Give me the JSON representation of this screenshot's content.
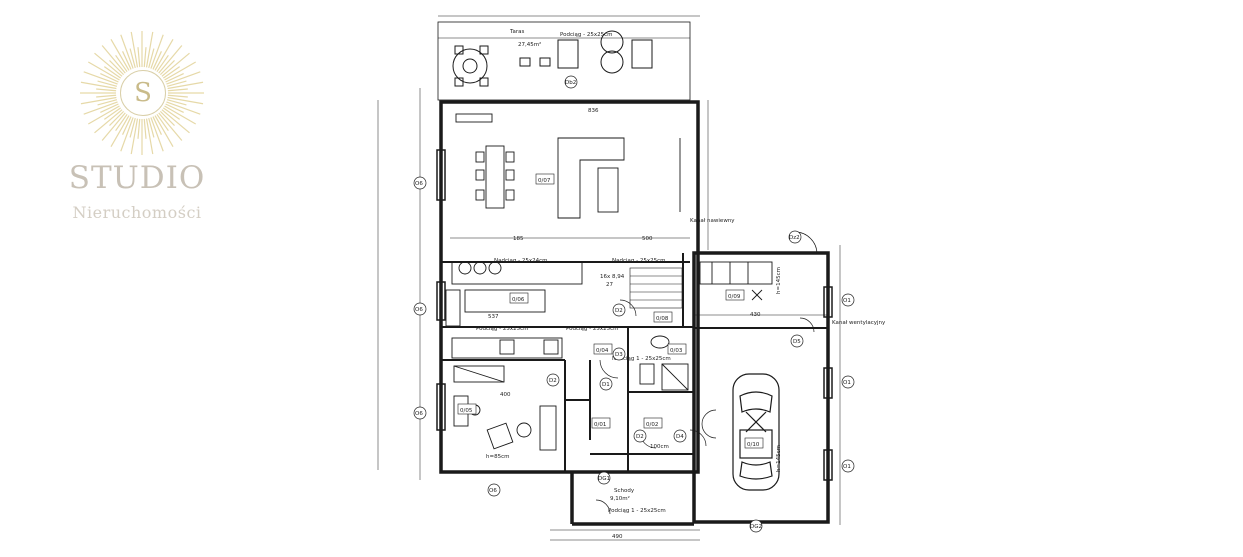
{
  "brand": {
    "initial": "S",
    "title": "STUDIO",
    "subtitle": "Nieruchomości"
  },
  "colors": {
    "logo_gold": "#e6d9a8",
    "logo_grey": "#c8c1b6",
    "line": "#1a1a1a"
  },
  "rooms": {
    "taras": "Taras",
    "taras_area": "27,45m²",
    "podciag_top": "Podciąg - 25x25cm",
    "living": "0/07",
    "kitchen": "0/06",
    "utility": "0/09",
    "hall": "0/08",
    "bath": "0/03",
    "office": "0/05",
    "room04": "0/04",
    "vestibule": "0/01",
    "wc": "0/02",
    "garage": "0/10",
    "stairs": "Schody",
    "stairs_area": "9,10m²"
  },
  "beams": {
    "b1": "Nadciąg - 25x24cm",
    "b2": "Nadciąg - 25x25cm",
    "b3": "Podciąg - 25x25cm",
    "b4": "Podciąg - 25x25cm",
    "b5": "Nadciąg 1 - 25x25cm",
    "b6": "Podciąg 1 - 25x25cm"
  },
  "openings": {
    "o6a": "O6",
    "o6b": "O6",
    "o6c": "O6",
    "o6d": "O6",
    "o1a": "O1",
    "o1b": "O1",
    "o1c": "O1",
    "db2": "Db2",
    "dg2": "DG2",
    "dz2": "Dz2",
    "dg1": "DG1",
    "d5": "D5",
    "d2a": "D2",
    "d2b": "D2",
    "d2c": "D2",
    "d1": "D1",
    "d3": "D3",
    "d4": "D4"
  },
  "dimensions": {
    "d836": "836",
    "d185": "185",
    "d500": "500",
    "d537": "537",
    "d430": "430",
    "d400": "400",
    "d490": "490",
    "h85": "h=85cm",
    "h145a": "h=145cm",
    "h145b": "h=145cm",
    "w100": "100cm",
    "stairs_spec": "16x 8,94",
    "s27": "27"
  },
  "labels": {
    "kanal": "Kanał nawiewny",
    "wentylacja": "Kanał wentylacyjny"
  }
}
